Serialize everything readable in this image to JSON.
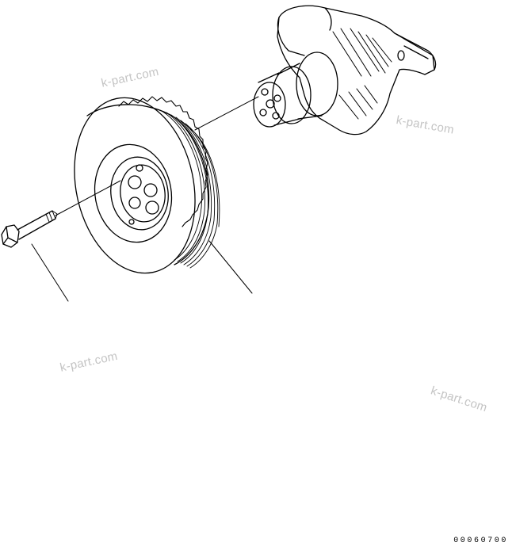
{
  "watermarks": [
    "k-part.com",
    "k-part.com",
    "k-part.com",
    "k-part.com"
  ],
  "drawing_number": "00060700",
  "parts": [
    "crankshaft",
    "crankshaft-pulley",
    "pulley-bolt"
  ]
}
